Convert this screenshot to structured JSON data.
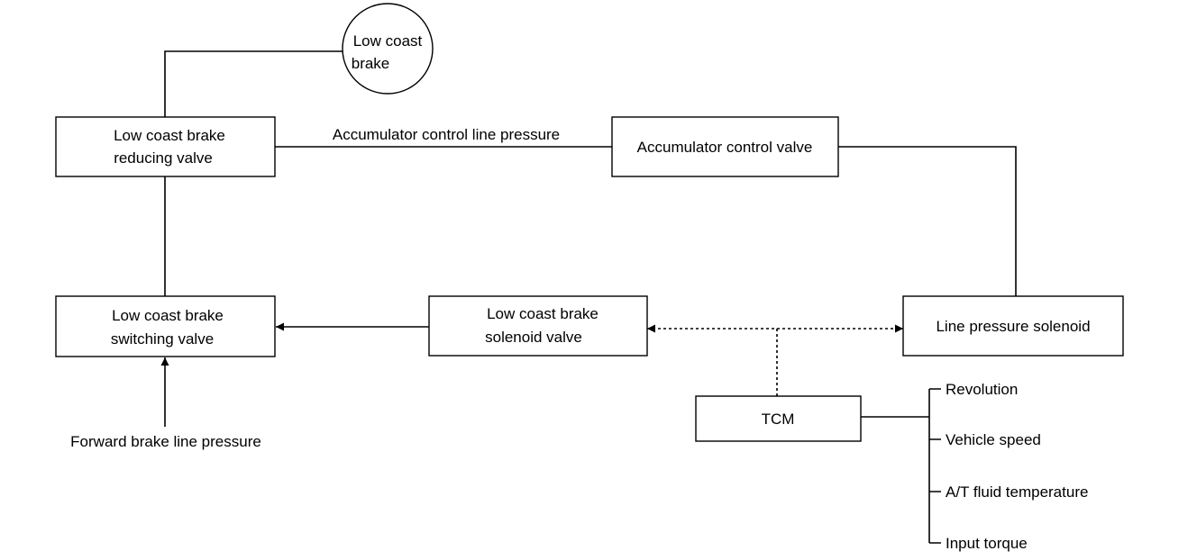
{
  "nodes": {
    "low_coast_brake": [
      "Low coast",
      "brake"
    ],
    "reducing_valve": [
      "Low coast brake",
      "reducing valve"
    ],
    "accumulator_control_valve": "Accumulator control valve",
    "switching_valve": [
      "Low coast brake",
      "switching valve"
    ],
    "solenoid_valve": [
      "Low coast brake",
      "solenoid valve"
    ],
    "line_pressure_solenoid": "Line pressure solenoid",
    "tcm": "TCM"
  },
  "edges": {
    "accumulator_line": "Accumulator control line pressure",
    "forward_brake_line": "Forward brake line pressure"
  },
  "tcm_inputs": [
    "Revolution",
    "Vehicle speed",
    "A/T fluid temperature",
    "Input torque"
  ]
}
